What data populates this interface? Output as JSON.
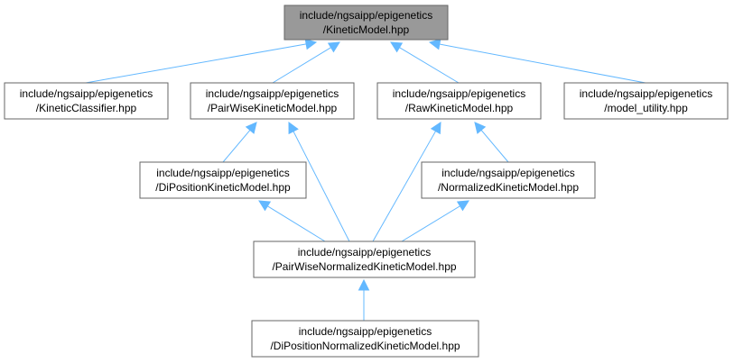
{
  "diagram": {
    "type": "include-dependency-graph",
    "colors": {
      "root_fill": "#999999",
      "node_fill": "#ffffff",
      "node_border": "#666666",
      "edge": "#63b8ff"
    },
    "nodes": [
      {
        "id": "kinetic_model",
        "line1": "include/ngsaipp/epigenetics",
        "line2": "/KineticModel.hpp",
        "root": true
      },
      {
        "id": "kinetic_classifier",
        "line1": "include/ngsaipp/epigenetics",
        "line2": "/KineticClassifier.hpp"
      },
      {
        "id": "pairwise_kinetic_model",
        "line1": "include/ngsaipp/epigenetics",
        "line2": "/PairWiseKineticModel.hpp"
      },
      {
        "id": "raw_kinetic_model",
        "line1": "include/ngsaipp/epigenetics",
        "line2": "/RawKineticModel.hpp"
      },
      {
        "id": "model_utility",
        "line1": "include/ngsaipp/epigenetics",
        "line2": "/model_utility.hpp"
      },
      {
        "id": "diposition_kinetic_model",
        "line1": "include/ngsaipp/epigenetics",
        "line2": "/DiPositionKineticModel.hpp"
      },
      {
        "id": "normalized_kinetic_model",
        "line1": "include/ngsaipp/epigenetics",
        "line2": "/NormalizedKineticModel.hpp"
      },
      {
        "id": "pairwise_normalized_kinetic_model",
        "line1": "include/ngsaipp/epigenetics",
        "line2": "/PairWiseNormalizedKineticModel.hpp"
      },
      {
        "id": "diposition_normalized_kinetic_model",
        "line1": "include/ngsaipp/epigenetics",
        "line2": "/DiPositionNormalizedKineticModel.hpp"
      }
    ],
    "edges": [
      {
        "from": "kinetic_classifier",
        "to": "kinetic_model"
      },
      {
        "from": "pairwise_kinetic_model",
        "to": "kinetic_model"
      },
      {
        "from": "raw_kinetic_model",
        "to": "kinetic_model"
      },
      {
        "from": "model_utility",
        "to": "kinetic_model"
      },
      {
        "from": "diposition_kinetic_model",
        "to": "pairwise_kinetic_model"
      },
      {
        "from": "pairwise_normalized_kinetic_model",
        "to": "pairwise_kinetic_model"
      },
      {
        "from": "normalized_kinetic_model",
        "to": "raw_kinetic_model"
      },
      {
        "from": "pairwise_normalized_kinetic_model",
        "to": "raw_kinetic_model"
      },
      {
        "from": "pairwise_normalized_kinetic_model",
        "to": "diposition_kinetic_model"
      },
      {
        "from": "pairwise_normalized_kinetic_model",
        "to": "normalized_kinetic_model"
      },
      {
        "from": "diposition_normalized_kinetic_model",
        "to": "pairwise_normalized_kinetic_model"
      }
    ]
  }
}
